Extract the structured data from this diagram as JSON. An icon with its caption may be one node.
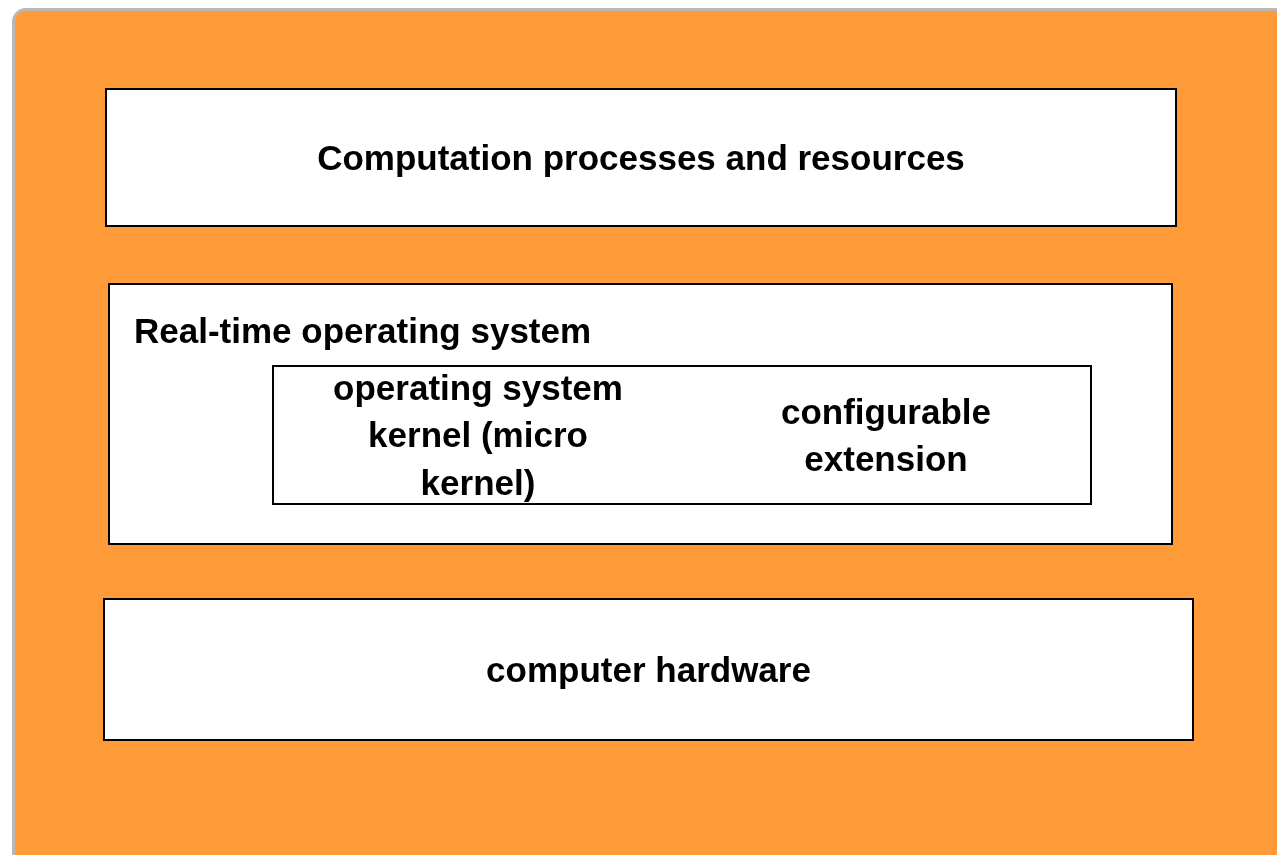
{
  "diagram": {
    "nodes": [
      {
        "text": [
          "Computation processes and resources"
        ]
      },
      {
        "text": [
          "Real-time operating system"
        ]
      },
      {
        "text": [
          "operating system kernel (micro kernel)"
        ],
        "in": 1
      },
      {
        "text": [
          "configurable extension"
        ],
        "in": 1
      },
      {
        "text": [
          "computer hardware"
        ]
      }
    ],
    "edges": []
  }
}
